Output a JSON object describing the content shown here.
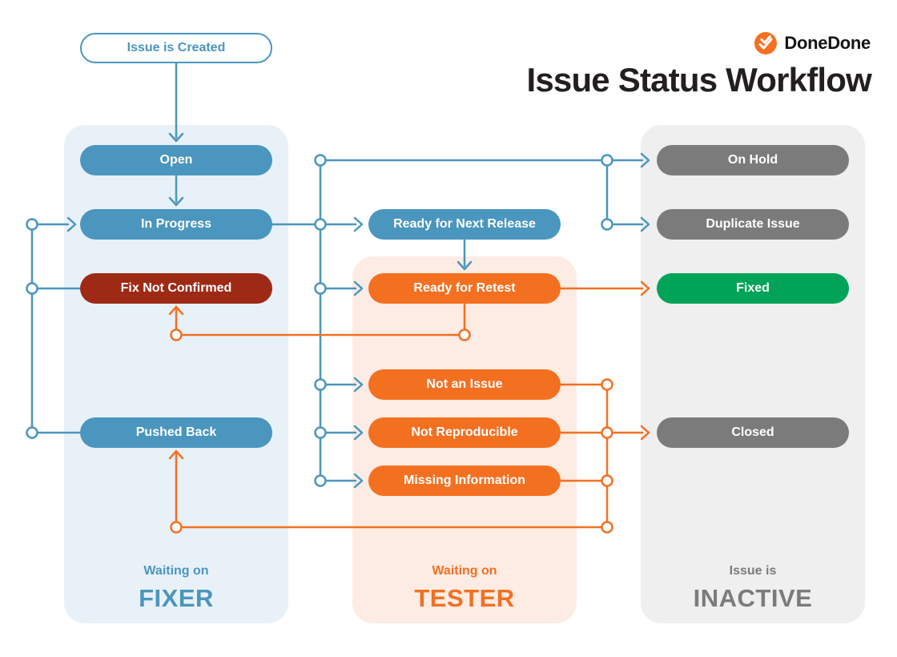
{
  "header": {
    "brand": "DoneDone",
    "title": "Issue Status Workflow",
    "logo_icon": "checkmark-circle-icon"
  },
  "colors": {
    "blue": "#4a96be",
    "orange": "#f37021",
    "dark_red": "#9e2a16",
    "green": "#00a458",
    "gray": "#7b7b7b",
    "title_text": "#231f20",
    "fixer_lane_bg": "#e9f1f8",
    "tester_lane_bg": "#fcece3",
    "inactive_lane_bg": "#efefef"
  },
  "columns": [
    {
      "id": "fixer",
      "subtitle": "Waiting on",
      "title": "FIXER"
    },
    {
      "id": "tester",
      "subtitle": "Waiting on",
      "title": "TESTER"
    },
    {
      "id": "inactive",
      "subtitle": "Issue is",
      "title": "INACTIVE"
    }
  ],
  "nodes": {
    "issue_created": {
      "label": "Issue is Created",
      "color": "outline-blue"
    },
    "open": {
      "label": "Open",
      "color": "blue"
    },
    "in_progress": {
      "label": "In Progress",
      "color": "blue"
    },
    "fix_not_confirmed": {
      "label": "Fix Not Confirmed",
      "color": "dark_red"
    },
    "pushed_back": {
      "label": "Pushed Back",
      "color": "blue"
    },
    "ready_next_release": {
      "label": "Ready for Next Release",
      "color": "blue"
    },
    "ready_retest": {
      "label": "Ready for Retest",
      "color": "orange"
    },
    "not_an_issue": {
      "label": "Not an Issue",
      "color": "orange"
    },
    "not_reproducible": {
      "label": "Not Reproducible",
      "color": "orange"
    },
    "missing_information": {
      "label": "Missing Information",
      "color": "orange"
    },
    "on_hold": {
      "label": "On Hold",
      "color": "gray"
    },
    "duplicate_issue": {
      "label": "Duplicate Issue",
      "color": "gray"
    },
    "fixed": {
      "label": "Fixed",
      "color": "green"
    },
    "closed": {
      "label": "Closed",
      "color": "gray"
    }
  },
  "edges": [
    {
      "from": "issue_created",
      "to": "open",
      "color": "blue"
    },
    {
      "from": "open",
      "to": "in_progress",
      "color": "blue"
    },
    {
      "from": "in_progress",
      "to": "ready_next_release",
      "color": "blue"
    },
    {
      "from": "in_progress",
      "to": "ready_retest",
      "color": "blue"
    },
    {
      "from": "in_progress",
      "to": "not_an_issue",
      "color": "blue"
    },
    {
      "from": "in_progress",
      "to": "not_reproducible",
      "color": "blue"
    },
    {
      "from": "in_progress",
      "to": "missing_information",
      "color": "blue"
    },
    {
      "from": "in_progress",
      "to": "on_hold",
      "color": "blue"
    },
    {
      "from": "in_progress",
      "to": "duplicate_issue",
      "color": "blue"
    },
    {
      "from": "fix_not_confirmed",
      "to": "in_progress",
      "color": "blue"
    },
    {
      "from": "pushed_back",
      "to": "in_progress",
      "color": "blue"
    },
    {
      "from": "ready_next_release",
      "to": "ready_retest",
      "color": "blue"
    },
    {
      "from": "ready_retest",
      "to": "fixed",
      "color": "orange"
    },
    {
      "from": "ready_retest",
      "to": "fix_not_confirmed",
      "color": "orange"
    },
    {
      "from": "not_an_issue",
      "to": "closed",
      "color": "orange"
    },
    {
      "from": "not_reproducible",
      "to": "closed",
      "color": "orange"
    },
    {
      "from": "missing_information",
      "to": "closed",
      "color": "orange"
    },
    {
      "from": "not_an_issue",
      "to": "pushed_back",
      "color": "orange"
    },
    {
      "from": "not_reproducible",
      "to": "pushed_back",
      "color": "orange"
    },
    {
      "from": "missing_information",
      "to": "pushed_back",
      "color": "orange"
    }
  ]
}
